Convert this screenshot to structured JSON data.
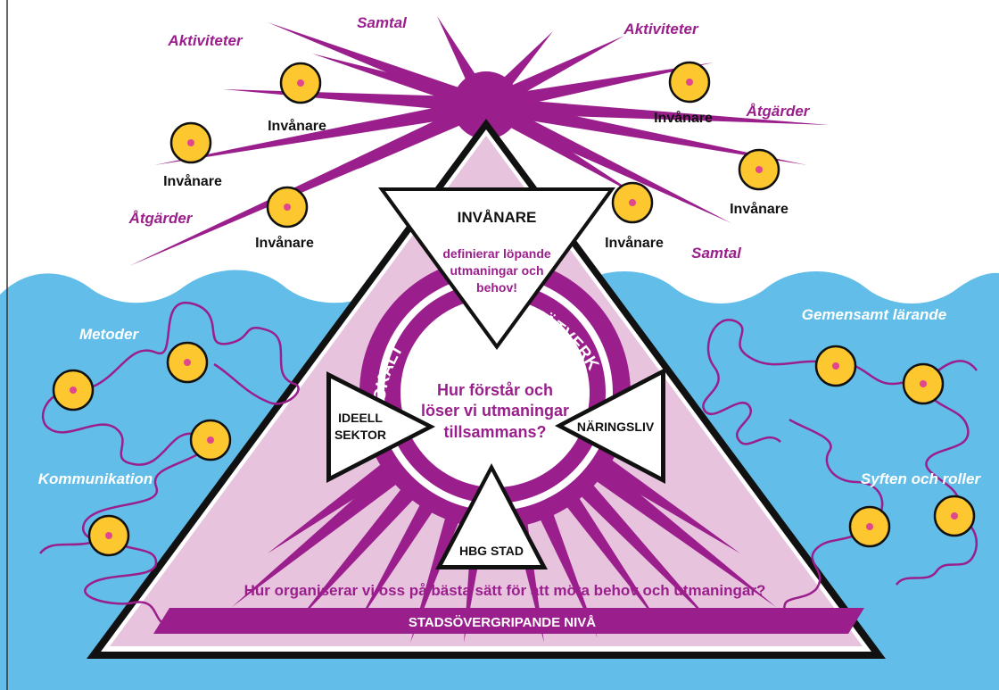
{
  "colors": {
    "purple": "#9a1f8c",
    "pink_fill": "#e8c3de",
    "sea": "#62bde9",
    "node_yellow": "#fdc82f",
    "node_dot": "#e0478f",
    "white": "#ffffff",
    "black": "#111111"
  },
  "top": {
    "labels": {
      "samtal_top": "Samtal",
      "aktiviteter_left": "Aktiviteter",
      "aktiviteter_right": "Aktiviteter",
      "atgarder_left": "Åtgärder",
      "atgarder_right": "Åtgärder",
      "samtal_right": "Samtal"
    },
    "node_label": "Invånare"
  },
  "sea": {
    "left": {
      "metoder": "Metoder",
      "kommunikation": "Kommunikation"
    },
    "right": {
      "gemensamt": "Gemensamt lärande",
      "syften": "Syften och roller"
    }
  },
  "pyramid": {
    "top_triangle": {
      "title": "INVÅNARE",
      "line1": "definierar löpande",
      "line2": "utmaningar och",
      "line3": "behov!"
    },
    "ring_left": "LOKALT",
    "ring_right": "NÄTVERK",
    "center": {
      "line1": "Hur förstår och",
      "line2": "löser vi utmaningar",
      "line3": "tillsammans?"
    },
    "left_triangle": {
      "line1": "IDEELL",
      "line2": "SEKTOR"
    },
    "right_triangle": "NÄRINGSLIV",
    "bottom_triangle": "HBG STAD",
    "question": "Hur organiserar vi oss på bästa sätt för att möta behov och utmaningar?",
    "banner": "STADSÖVERGRIPANDE NIVÅ"
  }
}
